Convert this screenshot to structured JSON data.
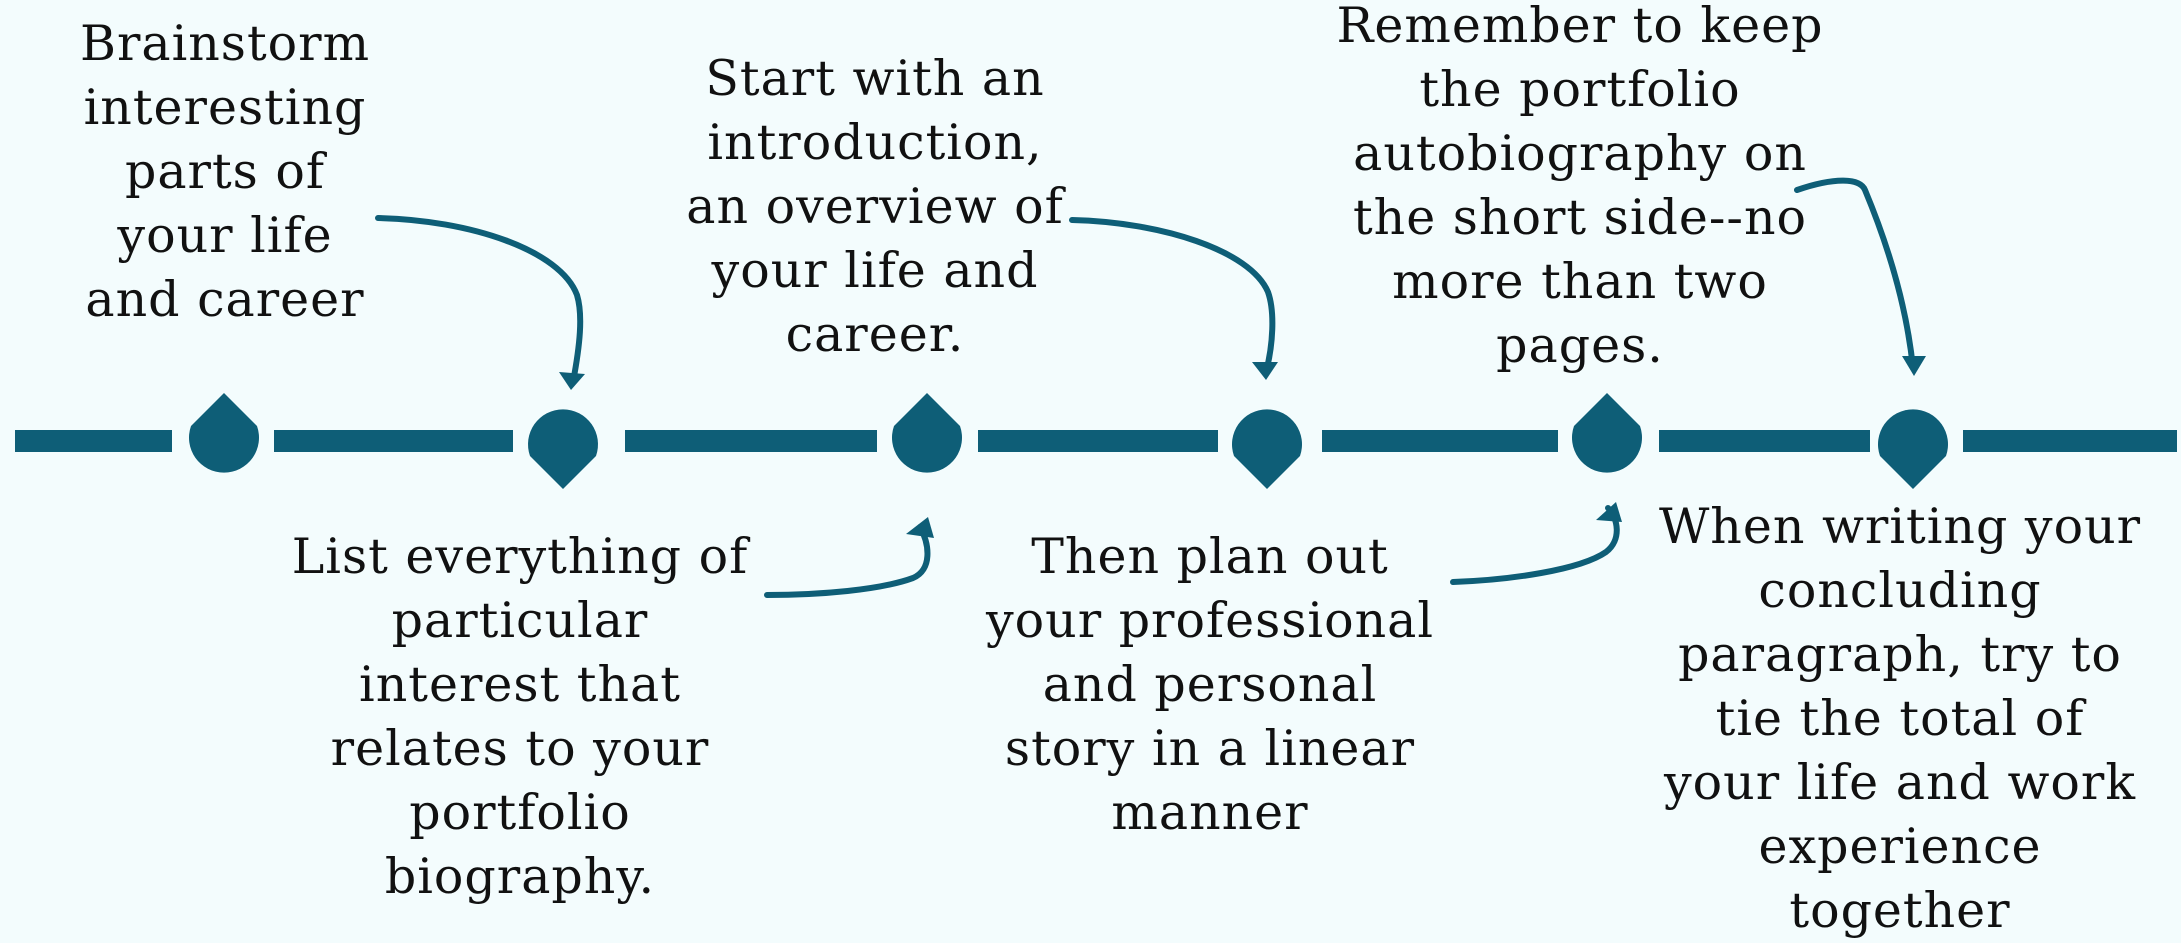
{
  "colors": {
    "background": "#f3fcfd",
    "accent": "#0e5e77",
    "text": "#111111"
  },
  "steps": [
    {
      "text": "Brainstorm\ninteresting\nparts of\nyour life\nand career"
    },
    {
      "text": "List everything of\nparticular\ninterest that\nrelates to your\nportfolio\nbiography."
    },
    {
      "text": "Start with an\nintroduction,\nan overview of\nyour life and\ncareer."
    },
    {
      "text": "Then plan out\nyour professional\nand personal\nstory in a linear\nmanner"
    },
    {
      "text": "Remember to keep\nthe portfolio\nautobiography on\nthe short side--no\nmore than two\npages."
    },
    {
      "text": "When writing your\nconcluding\nparagraph, try to\ntie the total of\nyour life and work\nexperience\ntogether"
    }
  ],
  "markers": [
    {
      "shape": "drop-up"
    },
    {
      "shape": "drop-down"
    },
    {
      "shape": "drop-up"
    },
    {
      "shape": "drop-down"
    },
    {
      "shape": "drop-up"
    },
    {
      "shape": "drop-down"
    }
  ]
}
